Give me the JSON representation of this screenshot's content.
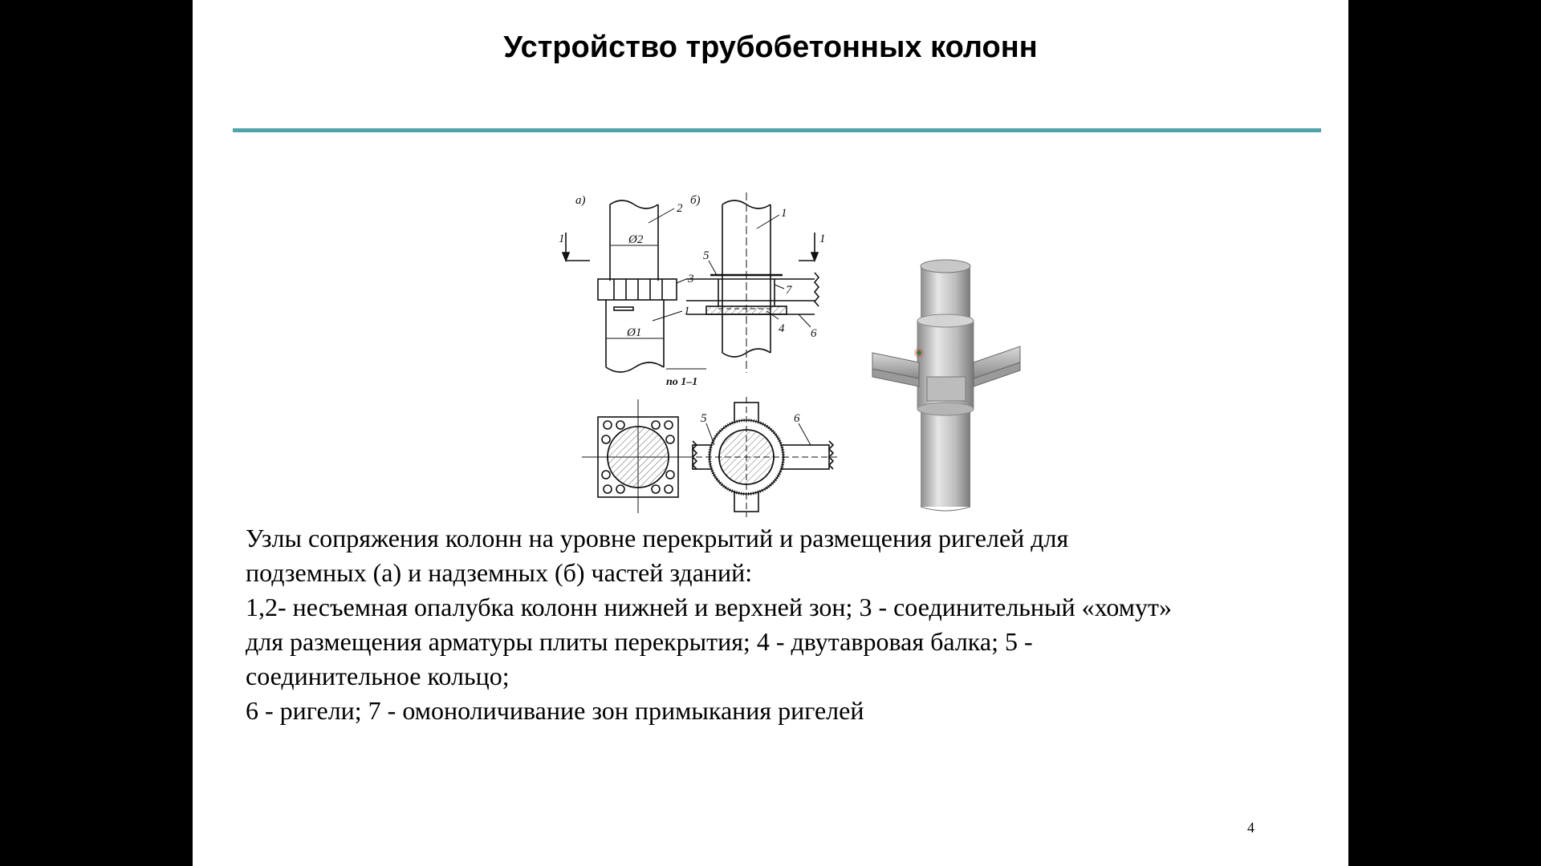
{
  "slide": {
    "title": "Устройство трубобетонных колонн",
    "page_number": "4"
  },
  "figure": {
    "labels": {
      "a": "а)",
      "b": "б)",
      "section": "по 1–1",
      "cut_1": "1",
      "cut_2": "1",
      "d2": "Ø2",
      "d1": "Ø1",
      "n2": "2",
      "n3": "3",
      "n1a": "1",
      "n1b": "1",
      "n5a": "5",
      "n7": "7",
      "n4": "4",
      "n6a": "6",
      "n5b": "5",
      "n6b": "6"
    }
  },
  "caption": {
    "lines": [
      "Узлы сопряжения колонн на уровне перекрытий и размещения ригелей для",
      "подземных (а) и надземных (б) частей зданий:",
      "1,2- несъемная опалубка колонн нижней и верхней зон; 3 - соединительный «хомут»",
      "для размещения арматуры плиты перекрытия; 4 - двутавровая балка; 5 -",
      "соединительное кольцо;",
      "6 - ригели; 7 - омоноличивание зон примыкания ригелей"
    ]
  }
}
